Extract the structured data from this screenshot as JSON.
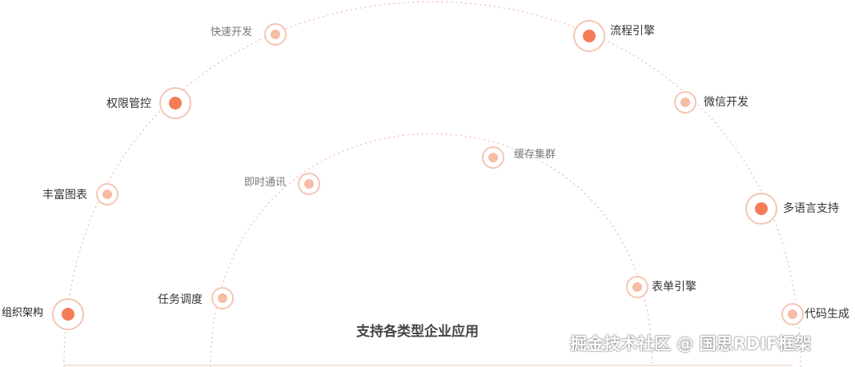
{
  "center_title": "支持各类型企业应用",
  "watermark": "掘金技术社区 @ 国思RDIF框架",
  "colors": {
    "accent": "#f47c57",
    "light": "#f6bca4",
    "ring_stroke": "#f4c6b4",
    "arc": "#f3b9a3"
  },
  "outer_nodes": [
    {
      "label": "快速开发",
      "size": "small"
    },
    {
      "label": "流程引擎",
      "size": "big"
    },
    {
      "label": "权限管控",
      "size": "big"
    },
    {
      "label": "微信开发",
      "size": "small"
    },
    {
      "label": "丰富图表",
      "size": "small"
    },
    {
      "label": "多语言支持",
      "size": "big"
    },
    {
      "label": "组织架构",
      "size": "big"
    },
    {
      "label": "代码生成",
      "size": "small"
    }
  ],
  "inner_nodes": [
    {
      "label": "缓存集群",
      "size": "small"
    },
    {
      "label": "即时通讯",
      "size": "small"
    },
    {
      "label": "表单引擎",
      "size": "small"
    },
    {
      "label": "任务调度",
      "size": "small"
    }
  ]
}
